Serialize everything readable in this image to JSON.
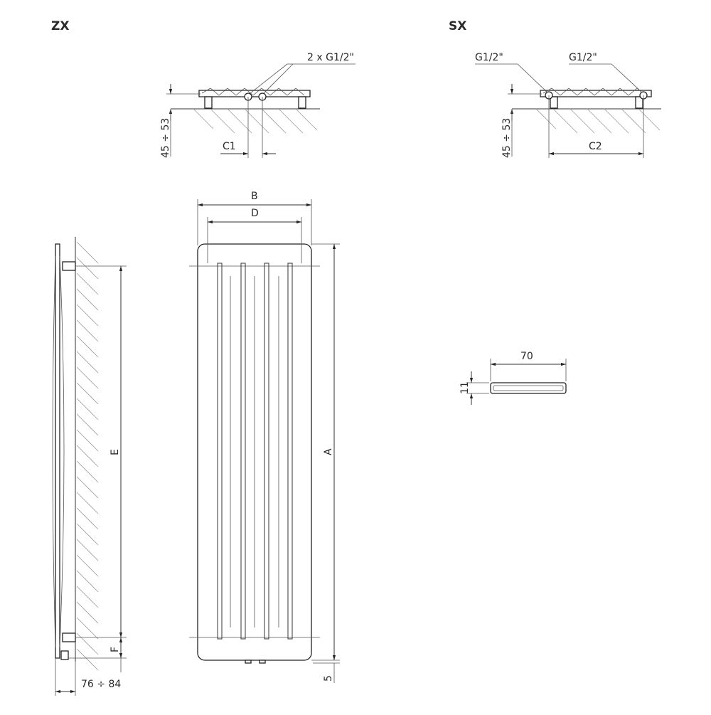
{
  "views": {
    "zx": {
      "title": "ZX",
      "connection": "2 x G1/2\"",
      "height_range": "45 ÷ 53",
      "spacing": "C1"
    },
    "sx": {
      "title": "SX",
      "connection_left": "G1/2\"",
      "connection_right": "G1/2\"",
      "height_range": "45 ÷ 53",
      "spacing": "C2"
    },
    "front": {
      "width": "B",
      "inner_width": "D",
      "height": "A",
      "bottom_gap": "5"
    },
    "side": {
      "bracket_spacing": "E",
      "bottom_offset": "F",
      "depth_range": "76 ÷ 84"
    },
    "section": {
      "width": "70",
      "height": "11"
    }
  }
}
